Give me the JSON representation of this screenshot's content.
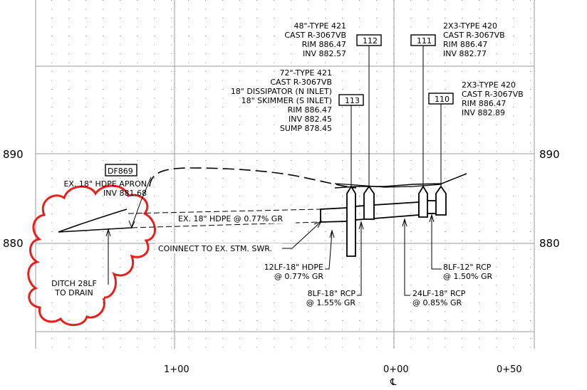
{
  "elevations": {
    "upper": "890",
    "lower": "880"
  },
  "stations": {
    "s1": "1+00",
    "s0": "0+00",
    "s05": "0+50",
    "centerline": "℄"
  },
  "structures": {
    "s112": {
      "tag": "112",
      "lines": [
        "48\"-TYPE 421",
        "CAST R-3067VB",
        "RIM 886.47",
        "INV 882.57"
      ]
    },
    "s111": {
      "tag": "111",
      "lines": [
        "2X3-TYPE 420",
        "CAST R-3067VB",
        "RIM 886.47",
        "INV 882.77"
      ]
    },
    "s113": {
      "tag": "113",
      "lines": [
        "72\"-TYPE 421",
        "CAST R-3067VB",
        "18\" DISSIPATOR (N INLET)",
        "18\" SKIMMER (S INLET)",
        "RIM 886.47",
        "INV 882.45",
        "SUMP 878.45"
      ]
    },
    "s110": {
      "tag": "110",
      "lines": [
        "2X3-TYPE 420",
        "CAST R-3067VB",
        "RIM 886.47",
        "INV 882.89"
      ]
    }
  },
  "apron": {
    "tag": "DF869",
    "lines": [
      "EX. 18\" HDPE APRON",
      "INV 881.68"
    ]
  },
  "pipes": {
    "ex_hdpe": "EX. 18\" HDPE @ 0.77% GR",
    "connect": "COINNECT TO EX. STM. SWR.",
    "p12": [
      "12LF-18\" HDPE",
      "@ 0.77% GR"
    ],
    "p8_18": [
      "8LF-18\" RCP",
      "@ 1.55% GR"
    ],
    "p24": [
      "24LF-18\" RCP",
      "@ 0.85% GR"
    ],
    "p8_12": [
      "8LF-12\" RCP",
      "@ 1.50% GR"
    ]
  },
  "ditch": [
    "DITCH 28LF",
    "TO DRAIN"
  ],
  "colors": {
    "ink": "#000000",
    "cloud": "#e8201c",
    "grid": "#9a9a9a"
  }
}
